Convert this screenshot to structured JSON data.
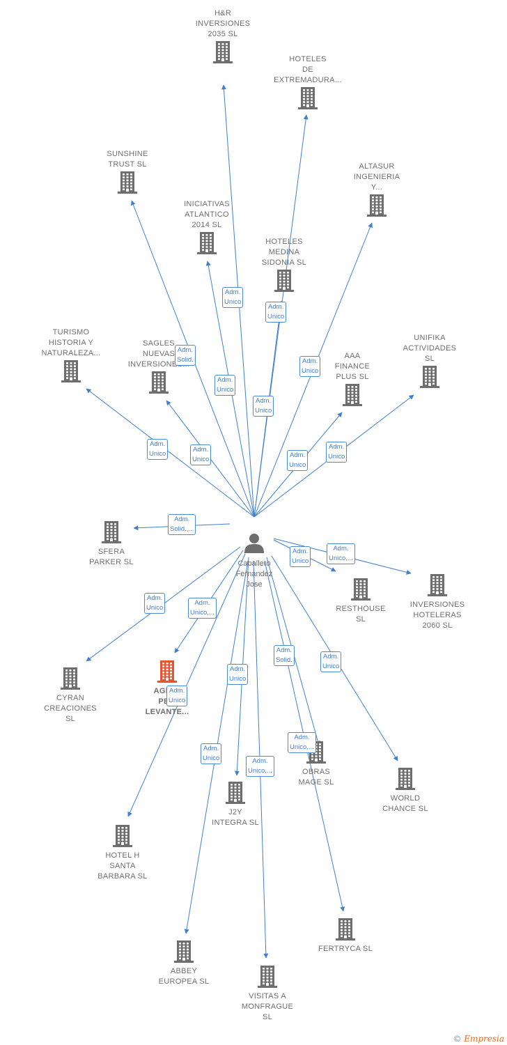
{
  "center": {
    "label": "Caballero\nFernandez\nJose",
    "icon": "person-icon"
  },
  "colors": {
    "edge": "#3f7fcf",
    "node": "#6e6e6e",
    "highlight": "#e8542f"
  },
  "nodes": [
    {
      "id": "hr",
      "label": "H&R\nINVERSIONES\n2035  SL",
      "icon": "building-icon",
      "role": "Adm.\nUnico"
    },
    {
      "id": "hext",
      "label": "HOTELES\nDE\nEXTREMADURA...",
      "icon": "building-icon",
      "role": "Adm.\nUnico"
    },
    {
      "id": "sun",
      "label": "SUNSHINE\nTRUST  SL",
      "icon": "building-icon",
      "role": "Adm.\nSolid."
    },
    {
      "id": "alt",
      "label": "ALTASUR\nINGENIERIA\nY...",
      "icon": "building-icon",
      "role": "Adm.\nUnico"
    },
    {
      "id": "ini",
      "label": "INICIATIVAS\nATLANTICO\n2014  SL",
      "icon": "building-icon",
      "role": "Adm.\nUnico"
    },
    {
      "id": "hmed",
      "label": "HOTELES\nMEDINA\nSIDONIA  SL",
      "icon": "building-icon",
      "role": "Adm.\nUnico"
    },
    {
      "id": "tur",
      "label": "TURISMO\nHISTORIA Y\nNATURALEZA...",
      "icon": "building-icon",
      "role": "Adm.\nUnico"
    },
    {
      "id": "sag",
      "label": "SAGLES\nNUEVAS\nINVERSIONES...",
      "icon": "building-icon",
      "role": "Adm.\nUnico"
    },
    {
      "id": "aaa",
      "label": "AAA\nFINANCE\nPLUS  SL",
      "icon": "building-icon",
      "role": "Adm.\nUnico"
    },
    {
      "id": "uni",
      "label": "UNIFIKA\nACTIVIDADES\nSL",
      "icon": "building-icon",
      "role": "Adm.\nUnico"
    },
    {
      "id": "sfe",
      "label": "SFERA\nPARKER  SL",
      "icon": "building-icon",
      "role": "Adm.\nSolid.,..."
    },
    {
      "id": "res",
      "label": "RESTHOUSE\nSL",
      "icon": "building-icon",
      "role": "Adm.\nUnico"
    },
    {
      "id": "inv",
      "label": "INVERSIONES\nHOTELERAS\n2060  SL",
      "icon": "building-icon",
      "role": "Adm.\nUnico,..."
    },
    {
      "id": "cyr",
      "label": "CYRAN\nCREACIONES\nSL",
      "icon": "building-icon",
      "role": "Adm.\nUnico"
    },
    {
      "id": "agr",
      "label": "AGRI...\nPE...\nLEVANTE...",
      "icon": "building-icon",
      "role": "Adm.\nUnico,...",
      "highlight": true
    },
    {
      "id": "hhs",
      "label": "HOTEL H\nSANTA\nBARBARA  SL",
      "icon": "building-icon",
      "role": "Adm.\nUnico"
    },
    {
      "id": "j2y",
      "label": "J2Y\nINTEGRA SL",
      "icon": "building-icon",
      "role": "Adm.\nUnico"
    },
    {
      "id": "obr",
      "label": "OBRAS\nMAGE SL",
      "icon": "building-icon",
      "role": "Adm.\nSolid."
    },
    {
      "id": "wch",
      "label": "WORLD\nCHANCE  SL",
      "icon": "building-icon",
      "role": "Adm.\nUnico"
    },
    {
      "id": "abb",
      "label": "ABBEY\nEUROPEA  SL",
      "icon": "building-icon",
      "role": "Adm.\nUnico"
    },
    {
      "id": "vis",
      "label": "VISITAS A\nMONFRAGUE\nSL",
      "icon": "building-icon",
      "role": "Adm.\nUnico,..."
    },
    {
      "id": "fer",
      "label": "FERTRYCA  SL",
      "icon": "building-icon",
      "role": "Adm.\nUnico,..."
    }
  ],
  "footer": {
    "copyright": "©",
    "brand": "Empresia"
  }
}
